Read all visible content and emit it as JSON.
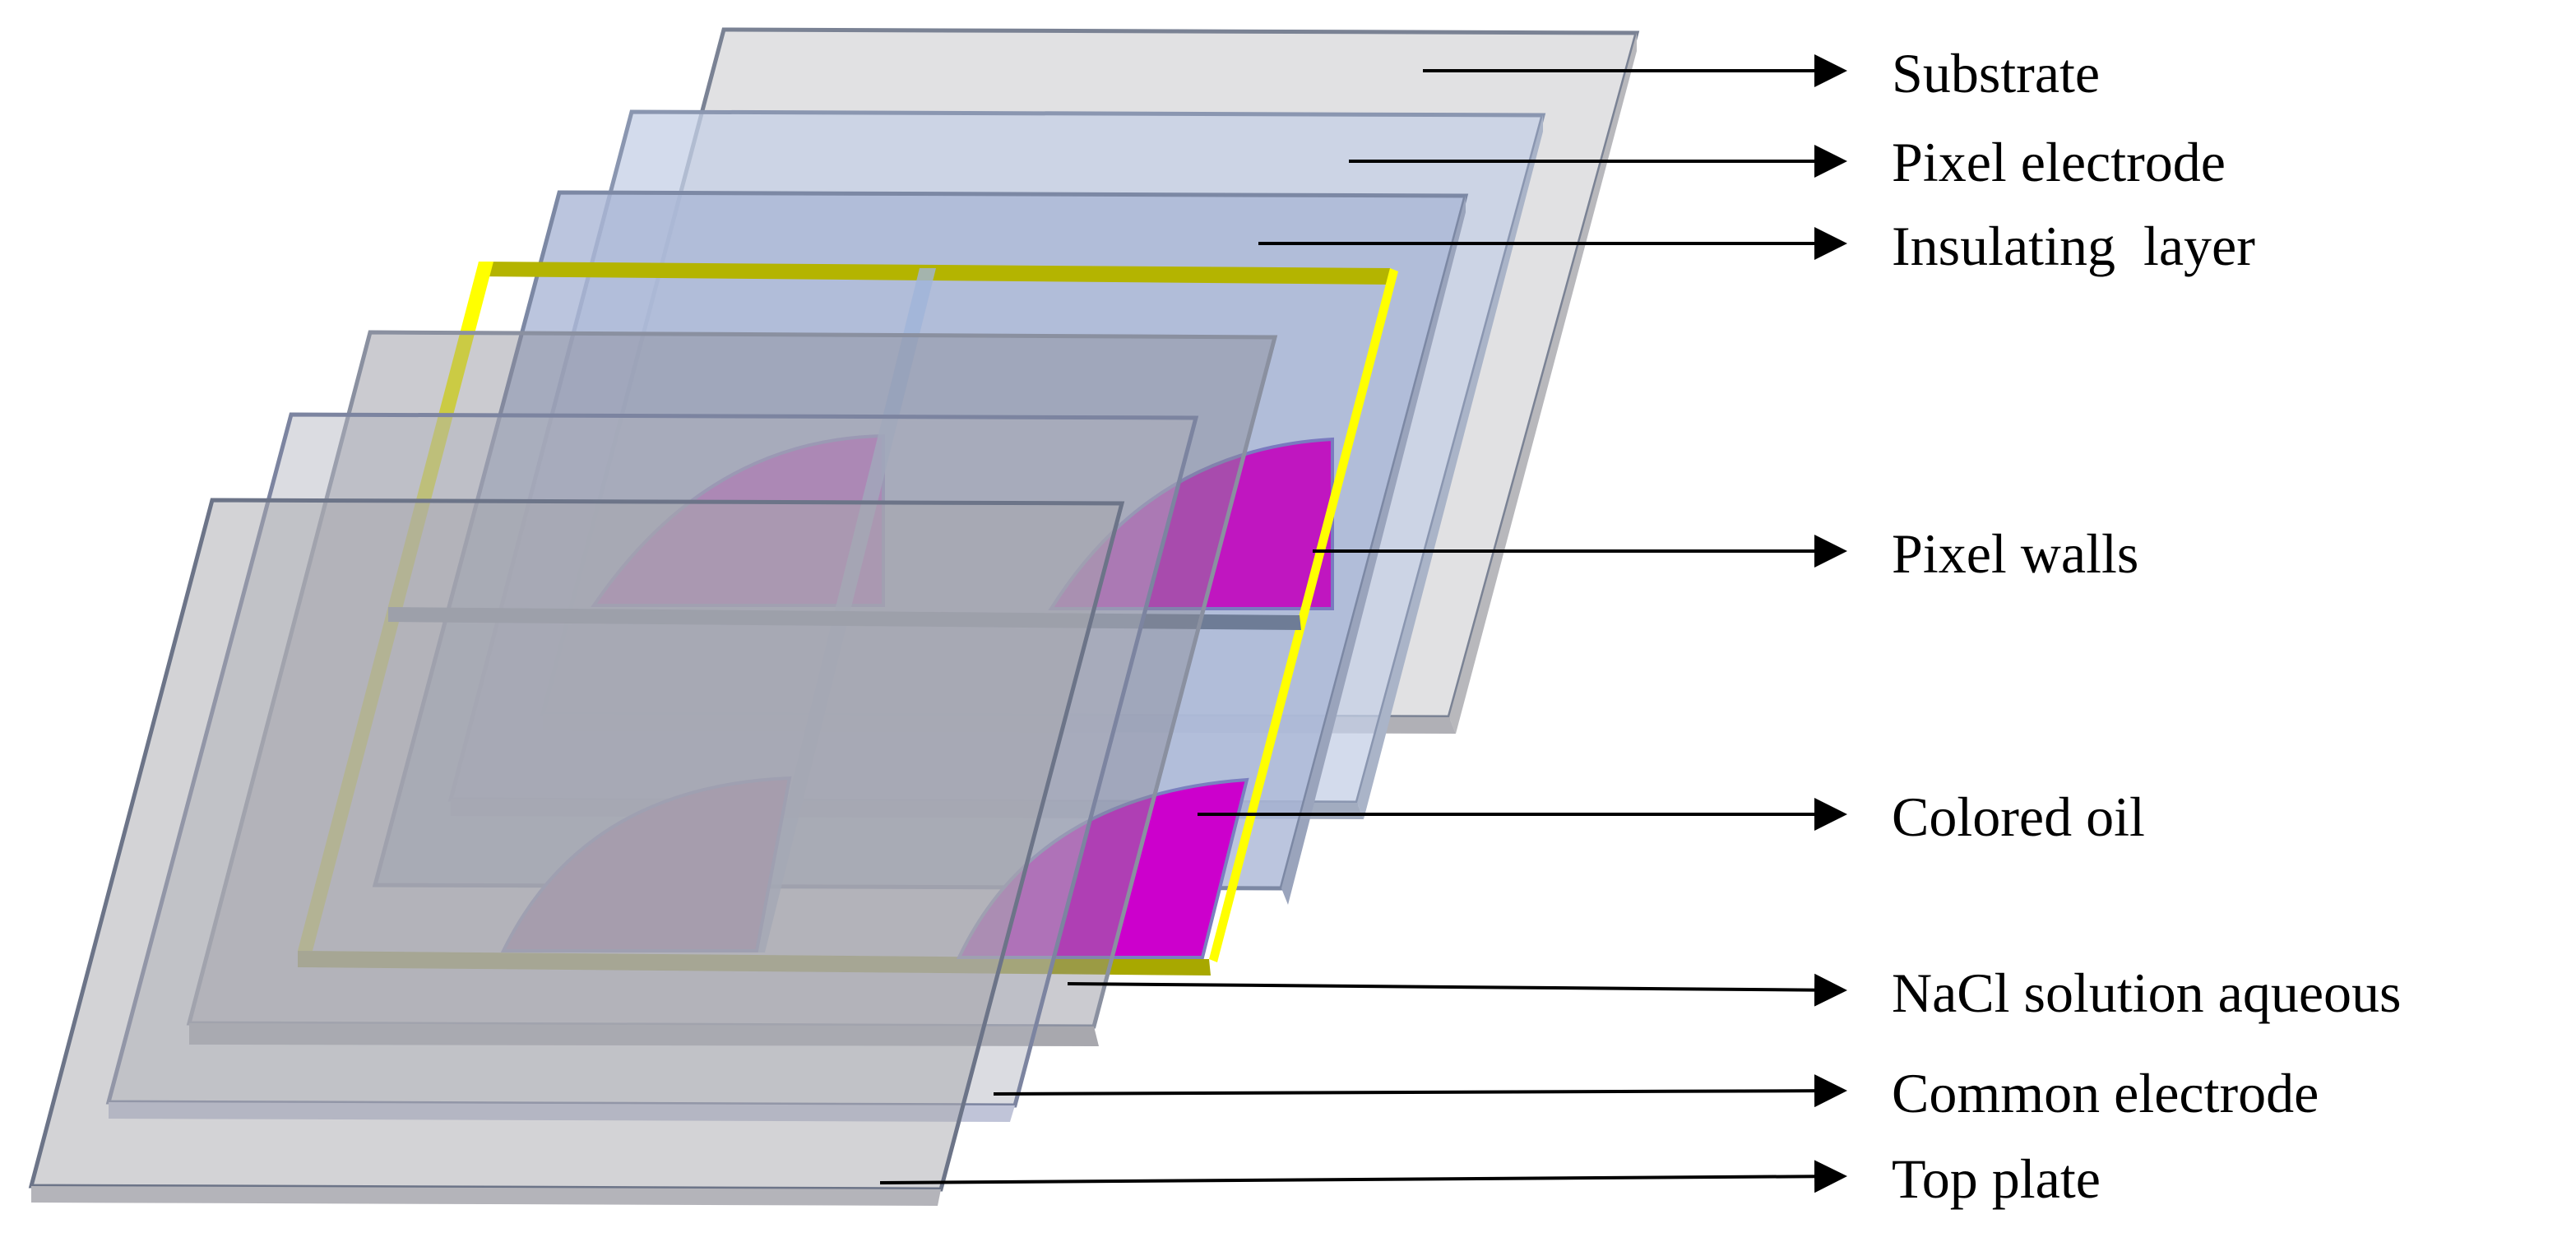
{
  "diagram": {
    "layers": [
      {
        "id": "substrate",
        "label": "Substrate"
      },
      {
        "id": "pixel-electrode",
        "label": "Pixel electrode"
      },
      {
        "id": "insulating-layer",
        "label": "Insulating  layer"
      },
      {
        "id": "pixel-walls",
        "label": "Pixel walls"
      },
      {
        "id": "colored-oil",
        "label": "Colored oil"
      },
      {
        "id": "nacl-solution",
        "label": "NaCl solution aqueous"
      },
      {
        "id": "common-electrode",
        "label": "Common electrode"
      },
      {
        "id": "top-plate",
        "label": "Top plate"
      }
    ],
    "colors": {
      "glass_gray": "#c8c8cc",
      "glass_blue": "#b4c2e0",
      "wall_yellow": "#ffff00",
      "oil_magenta": "#cc00cc",
      "edge": "#5a6478"
    }
  }
}
